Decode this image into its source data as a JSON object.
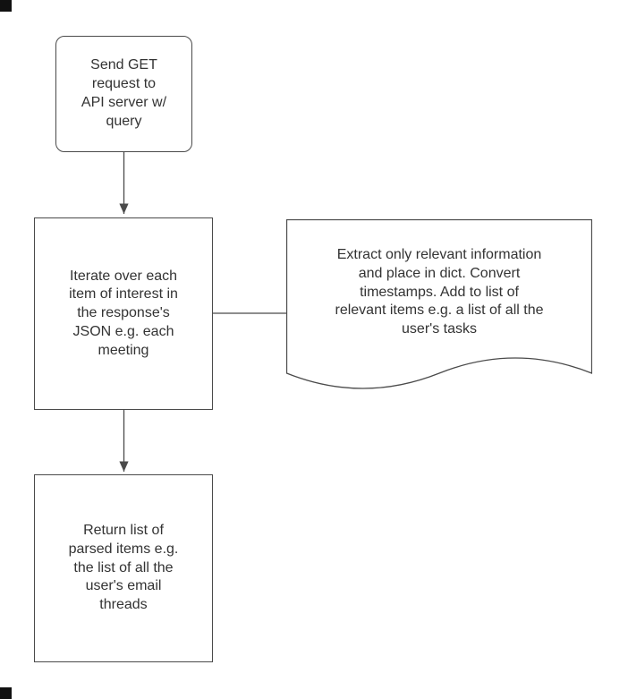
{
  "canvas": {
    "background": "#ffffff",
    "stroke": "#4a4a4a",
    "text_color": "#333333"
  },
  "flowchart": {
    "nodes": [
      {
        "id": "send-get-request",
        "type": "rounded-rectangle",
        "label": "Send GET\nrequest to\nAPI server w/\nquery"
      },
      {
        "id": "iterate-items",
        "type": "rectangle",
        "label": "Iterate over each\nitem of interest in\nthe response's\nJSON e.g. each\nmeeting"
      },
      {
        "id": "extract-info",
        "type": "document",
        "label": "Extract only relevant information\nand place in dict. Convert\ntimestamps. Add to list of\nrelevant items e.g. a list of all the\nuser's tasks"
      },
      {
        "id": "return-list",
        "type": "rectangle",
        "label": "Return list of\nparsed items e.g.\nthe list of all the\nuser's email\nthreads"
      }
    ],
    "connectors": [
      {
        "from": "send-get-request",
        "to": "iterate-items",
        "style": "arrow"
      },
      {
        "from": "iterate-items",
        "to": "extract-info",
        "style": "line"
      },
      {
        "from": "iterate-items",
        "to": "return-list",
        "style": "arrow"
      }
    ]
  }
}
